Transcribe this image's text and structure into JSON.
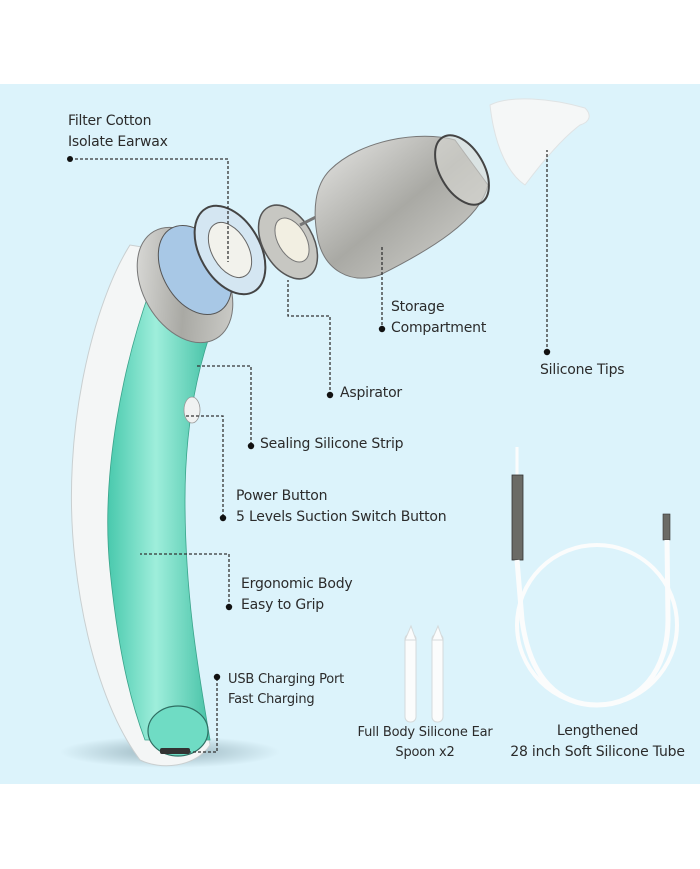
{
  "colors": {
    "background_band": "#dcf3fb",
    "page": "#ffffff",
    "body_teal": "#6fdcc4",
    "body_white": "#f4f6f6",
    "text": "#2b2b2b",
    "leader_line": "#333333"
  },
  "callouts": {
    "filter_cotton": {
      "line1": "Filter Cotton",
      "line2": "Isolate Earwax"
    },
    "storage": {
      "line1": "Storage",
      "line2": "Compartment"
    },
    "silicone_tips": {
      "line1": "Silicone Tips"
    },
    "aspirator": {
      "line1": "Aspirator"
    },
    "sealing_strip": {
      "line1": "Sealing Silicone Strip"
    },
    "power_button": {
      "line1": "Power Button",
      "line2": "5 Levels Suction Switch Button"
    },
    "ergonomic": {
      "line1": "Ergonomic Body",
      "line2": "Easy to Grip"
    },
    "usb": {
      "line1": "USB Charging Port",
      "line2": "Fast Charging"
    }
  },
  "accessories": {
    "ear_spoon": {
      "line1": "Full Body Silicone Ear",
      "line2": "Spoon x2"
    },
    "tube": {
      "line1": "Lengthened",
      "line2": "28 inch Soft Silicone Tube"
    }
  }
}
